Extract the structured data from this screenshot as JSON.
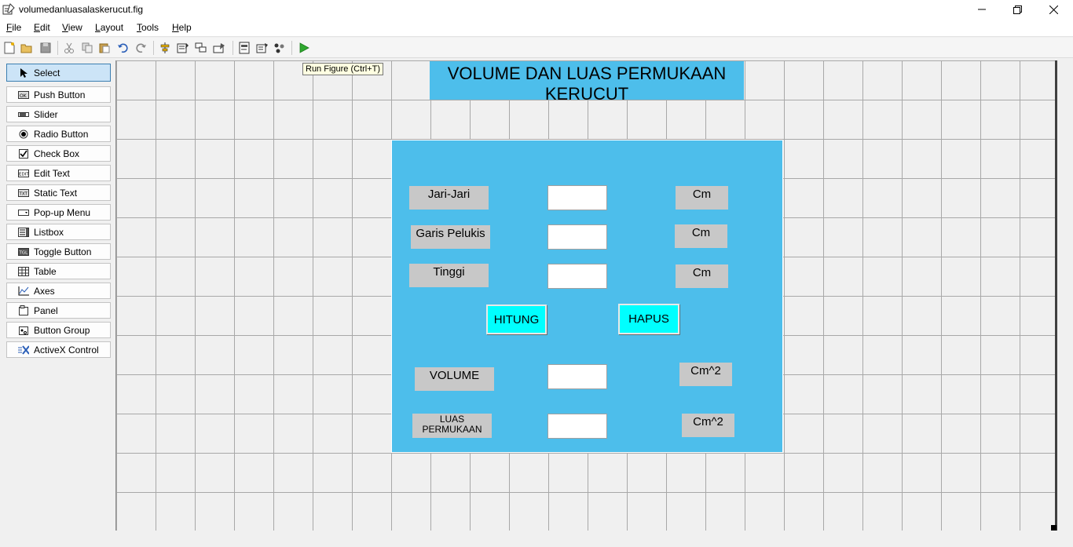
{
  "window": {
    "title": "volumedanluasalaskerucut.fig"
  },
  "menubar": [
    {
      "id": "file",
      "label": "File",
      "ul": "F",
      "rest": "ile"
    },
    {
      "id": "edit",
      "label": "Edit",
      "ul": "E",
      "rest": "dit"
    },
    {
      "id": "view",
      "label": "View",
      "ul": "V",
      "rest": "iew"
    },
    {
      "id": "layout",
      "label": "Layout",
      "ul": "L",
      "rest": "ayout"
    },
    {
      "id": "tools",
      "label": "Tools",
      "ul": "T",
      "rest": "ools"
    },
    {
      "id": "help",
      "label": "Help",
      "ul": "H",
      "rest": "elp"
    }
  ],
  "toolbar": {
    "buttons": [
      "new-icon",
      "open-icon",
      "save-icon",
      "cut-icon",
      "copy-icon",
      "paste-icon",
      "undo-icon",
      "redo-icon",
      "align-icon",
      "menu-editor-icon",
      "tab-order-icon",
      "toolbar-editor-icon",
      "mfile-editor-icon",
      "property-inspector-icon",
      "object-browser-icon",
      "run-figure-icon"
    ],
    "tooltip": "Run Figure (Ctrl+T)"
  },
  "palette": {
    "items": [
      {
        "label": "Select",
        "icon": "cursor-arrow-icon",
        "selected": true
      },
      {
        "label": "Push Button",
        "icon": "push-button-icon"
      },
      {
        "label": "Slider",
        "icon": "slider-icon"
      },
      {
        "label": "Radio Button",
        "icon": "radio-button-icon"
      },
      {
        "label": "Check Box",
        "icon": "check-box-icon"
      },
      {
        "label": "Edit Text",
        "icon": "edit-text-icon"
      },
      {
        "label": "Static Text",
        "icon": "static-text-icon"
      },
      {
        "label": "Pop-up Menu",
        "icon": "popup-menu-icon"
      },
      {
        "label": "Listbox",
        "icon": "listbox-icon"
      },
      {
        "label": "Toggle Button",
        "icon": "toggle-button-icon"
      },
      {
        "label": "Table",
        "icon": "table-icon"
      },
      {
        "label": "Axes",
        "icon": "axes-icon"
      },
      {
        "label": "Panel",
        "icon": "panel-icon"
      },
      {
        "label": "Button Group",
        "icon": "button-group-icon"
      },
      {
        "label": "ActiveX Control",
        "icon": "activex-icon"
      }
    ]
  },
  "figure": {
    "title": {
      "line1": "VOLUME DAN LUAS PERMUKAAN",
      "line2": "KERUCUT"
    },
    "labels": {
      "jari": "Jari-Jari",
      "garis": "Garis Pelukis",
      "tinggi": "Tinggi",
      "volume": "VOLUME",
      "luas_line1": "LUAS",
      "luas_line2": "PERMUKAAN"
    },
    "units": {
      "u1": "Cm",
      "u2": "Cm",
      "u3": "Cm",
      "u4": "Cm^2",
      "u5": "Cm^2"
    },
    "buttons": {
      "hitung": "HITUNG",
      "hapus": "HAPUS"
    },
    "fields": {
      "jari": "",
      "garis": "",
      "tinggi": "",
      "volume": "",
      "luas": ""
    }
  },
  "colors": {
    "panel": "#4dbeeb",
    "button": "#00ffff",
    "static_text": "#c8c8c8"
  }
}
